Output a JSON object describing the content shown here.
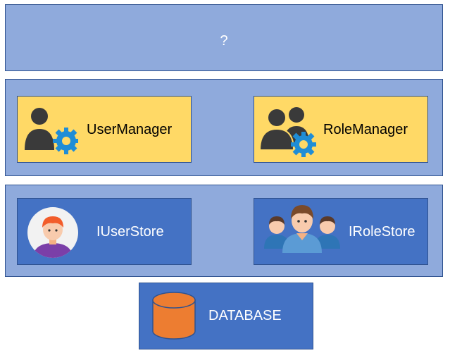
{
  "top_layer": {
    "label": "?"
  },
  "managers": {
    "user_manager": {
      "label": "UserManager",
      "icon": "user-gear-icon"
    },
    "role_manager": {
      "label": "RoleManager",
      "icon": "users-gear-icon"
    }
  },
  "stores": {
    "user_store": {
      "label": "IUserStore",
      "icon": "person-avatar-icon"
    },
    "role_store": {
      "label": "IRoleStore",
      "icon": "people-group-icon"
    }
  },
  "database": {
    "label": "DATABASE",
    "icon": "database-cylinder-icon"
  },
  "colors": {
    "layer_fill": "#8faadc",
    "layer_border": "#2f528f",
    "manager_fill": "#ffd966",
    "store_fill": "#4472c4",
    "database_fill": "#4472c4",
    "cylinder_fill": "#ed7d31"
  }
}
